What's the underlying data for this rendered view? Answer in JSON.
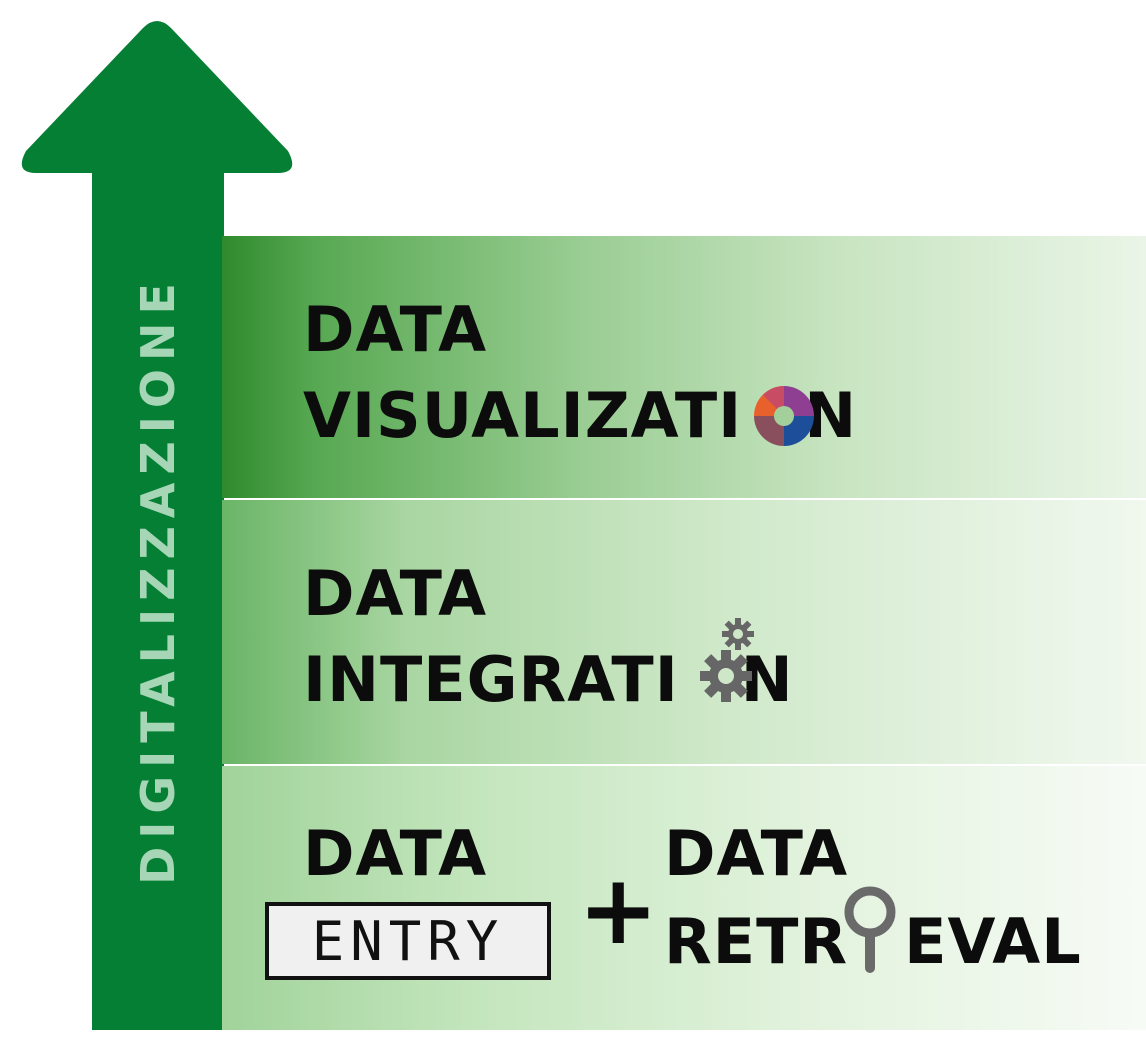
{
  "axis": {
    "label": "DIGITALIZZAZIONE"
  },
  "levels": [
    {
      "line1": "DATA",
      "line2_prefix": "VISUALIZATI",
      "line2_suffix": "N",
      "icon": "donut-chart-icon"
    },
    {
      "line1": "DATA",
      "line2_prefix": "INTEGRATI",
      "line2_suffix": "N",
      "icon": "gears-icon"
    },
    {
      "left": {
        "line1": "DATA",
        "boxed": "ENTRY"
      },
      "operator": "+",
      "right": {
        "line1": "DATA",
        "line2_prefix": "RETR",
        "line2_suffix": "EVAL",
        "icon": "magnifier-icon"
      }
    }
  ],
  "colors": {
    "arrow": "#047f34",
    "axis_text": "#a6d6b6",
    "band_top_dark": "#2f8a2d",
    "donut": [
      "#8e3f91",
      "#1c4e9a",
      "#8a4f5c",
      "#e8602b"
    ]
  }
}
